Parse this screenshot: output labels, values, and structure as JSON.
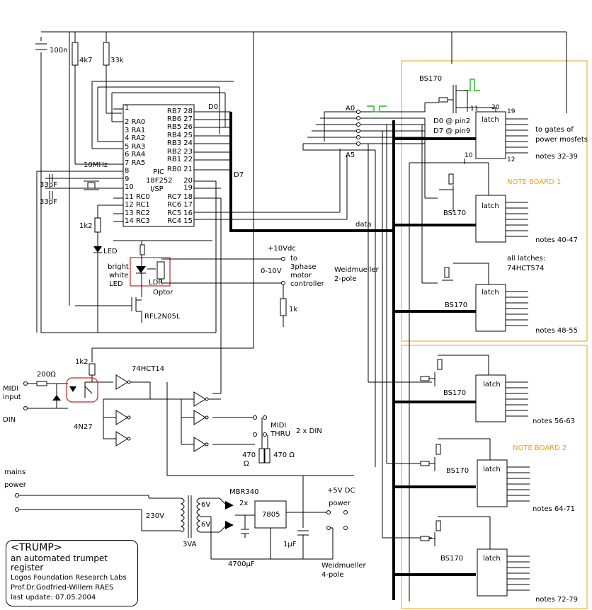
{
  "title": {
    "name": "<TRUMP>",
    "subtitle": "an automated trumpet register",
    "org": "Logos Foundation Research Labs",
    "author": "Prof.Dr.Godfried-Willem RAES",
    "update": "last update:  07.05.2004"
  },
  "pic": {
    "part1": "PIC",
    "part2": "18F252",
    "part3": "I/SP",
    "pins_left": [
      "1",
      "2 RA0",
      "3 RA1",
      "4 RA2",
      "5 RA3",
      "6 RA4",
      "7 RA5",
      "8",
      "9",
      "10",
      "11 RC0",
      "12 RC1",
      "13 RC2",
      "14 RC3"
    ],
    "pins_right": [
      "RB7 28",
      "RB6 27",
      "RB5 26",
      "RB4 25",
      "RB3 24",
      "RB2 23",
      "RB1 22",
      "RB0 21",
      "20",
      "19",
      "RC7 18",
      "RC6 17",
      "RC5 16",
      "RC4 15"
    ]
  },
  "labels": {
    "c100n": "100n",
    "r4k7": "4k7",
    "r33k": "33k",
    "clk": "10MHz",
    "c33a": "33pF",
    "c33b": "33pF",
    "r1k2a": "1k2",
    "led": "LED",
    "bright1": "bright",
    "bright2": "white",
    "bright3": "LED",
    "ldr": "LDR",
    "optor": "Optor",
    "mosfet": "RFL2N05L",
    "d0": "D0",
    "d7": "D7",
    "a0": "A0",
    "a5": "A5",
    "data": "data",
    "v10": "+10Vdc",
    "to": "to",
    "motor1": "3phase",
    "motor2": "motor",
    "motor3": "controller",
    "v010": "0-10V",
    "weid2a": "Weidmueller",
    "weid2b": "2-pole",
    "r1k": "1k",
    "bs170_top": "BS170",
    "d0pin": "D0 @ pin2",
    "d7pin": "D7 @ pin9",
    "pin11": "11",
    "pin20": "20",
    "pin19": "19",
    "pin10": "10",
    "pin12": "12",
    "gates1": "to gates of",
    "gates2": "power mosfets",
    "note_board_1": "NOTE BOARD 1",
    "note_board_2": "NOTE BOARD 2",
    "all_latches1": "all latches:",
    "all_latches2": "74HCT574",
    "latch": "latch",
    "bs170": "BS170",
    "notes": [
      "notes 32-39",
      "notes 40-47",
      "notes 48-55",
      "notes 56-63",
      "notes 64-71",
      "notes 72-79"
    ],
    "midi_in1": "MIDI",
    "midi_in2": "input",
    "din": "DIN",
    "r200": "200Ω",
    "r1k2b": "1k2",
    "hct14": "74HCT14",
    "n4n27": "4N27",
    "midi_thru1": "MIDI",
    "midi_thru2": "THRU",
    "din2x": "2 x DIN",
    "r470a": "470",
    "r470a2": "Ω",
    "r470b": "470 Ω",
    "mains1": "mains",
    "mains2": "power",
    "v230": "230V",
    "v6a": "6V",
    "v6b": "6V",
    "va3": "3VA",
    "mbr": "MBR340",
    "x2": "2x",
    "reg": "7805",
    "c4700": "4700μF",
    "c1u": "1μF",
    "v5": "+5V DC",
    "power": "power",
    "weid4a": "Weidmueller",
    "weid4b": "4-pole"
  },
  "colors": {
    "accent": "#e8a317",
    "pulse": "#22bb22",
    "highlight": "#cc2222"
  }
}
